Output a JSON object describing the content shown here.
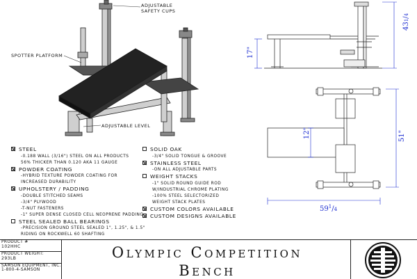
{
  "callouts": {
    "safety_cups": [
      "Adjustable",
      "safety cups"
    ],
    "spotter_platform": "Spotter Platform",
    "adjustable_level": "Adjustable Level"
  },
  "dimensions": {
    "height_17": "17\"",
    "height_43": [
      "43",
      "1",
      "4"
    ],
    "width_12": "12\"",
    "length_51": "51\"",
    "length_59": [
      "59",
      "1",
      "4"
    ]
  },
  "specs_left": [
    {
      "checked": true,
      "label": "Steel",
      "subs": [
        "-0.188 Wall (3/16\") Steel On ALL Products",
        "56% Thicker than 0.120 AKA 11 Gauge"
      ]
    },
    {
      "checked": true,
      "label": "Powder Coating",
      "subs": [
        "-Hybrid Texture Powder Coating For",
        "Increased Durability"
      ]
    },
    {
      "checked": true,
      "label": "Upholstery / Padding",
      "subs": [
        "-Double Stitched Seams",
        "-3/4\" Plywood",
        "-T-Nut Fasteners",
        "-1\" Super Dense Closed Cell Neoprene Padding"
      ]
    },
    {
      "checked": false,
      "label": "Steel Sealed Ball Bearings",
      "subs": [
        "-Precision Ground Steel Sealed 1\", 1.25\", & 1.5\"",
        "Riding on Rockwell 60 Shafting"
      ]
    }
  ],
  "specs_right": [
    {
      "checked": false,
      "label": "Solid Oak",
      "subs": [
        "-3/4\" Solid Tongue & Groove"
      ]
    },
    {
      "checked": true,
      "label": "Stainless Steel",
      "subs": [
        "-On ALL Adjustable Parts"
      ]
    },
    {
      "checked": false,
      "label": "Weight Stacks",
      "subs": [
        "-1\" Solid Round Guide Rod",
        "w/Industrial Chrome Plating",
        "-100% Steel Selectorized",
        "Weight Stack Plates"
      ]
    },
    {
      "checked": true,
      "label": "Custom Colors Available",
      "subs": []
    },
    {
      "checked": true,
      "label": "Custom Designs Available",
      "subs": []
    }
  ],
  "title_block": {
    "product_label": "Product #",
    "product_value": "102HHC",
    "weight_label": "Product Weight:",
    "weight_value": "293lb",
    "company_line1": "Samson Equipment, Inc.",
    "company_line2": "1-800-4-SAMSON",
    "title_line1": "Olympic Competition",
    "title_line2": "Bench"
  },
  "logo_icon": "samson-logo-icon"
}
